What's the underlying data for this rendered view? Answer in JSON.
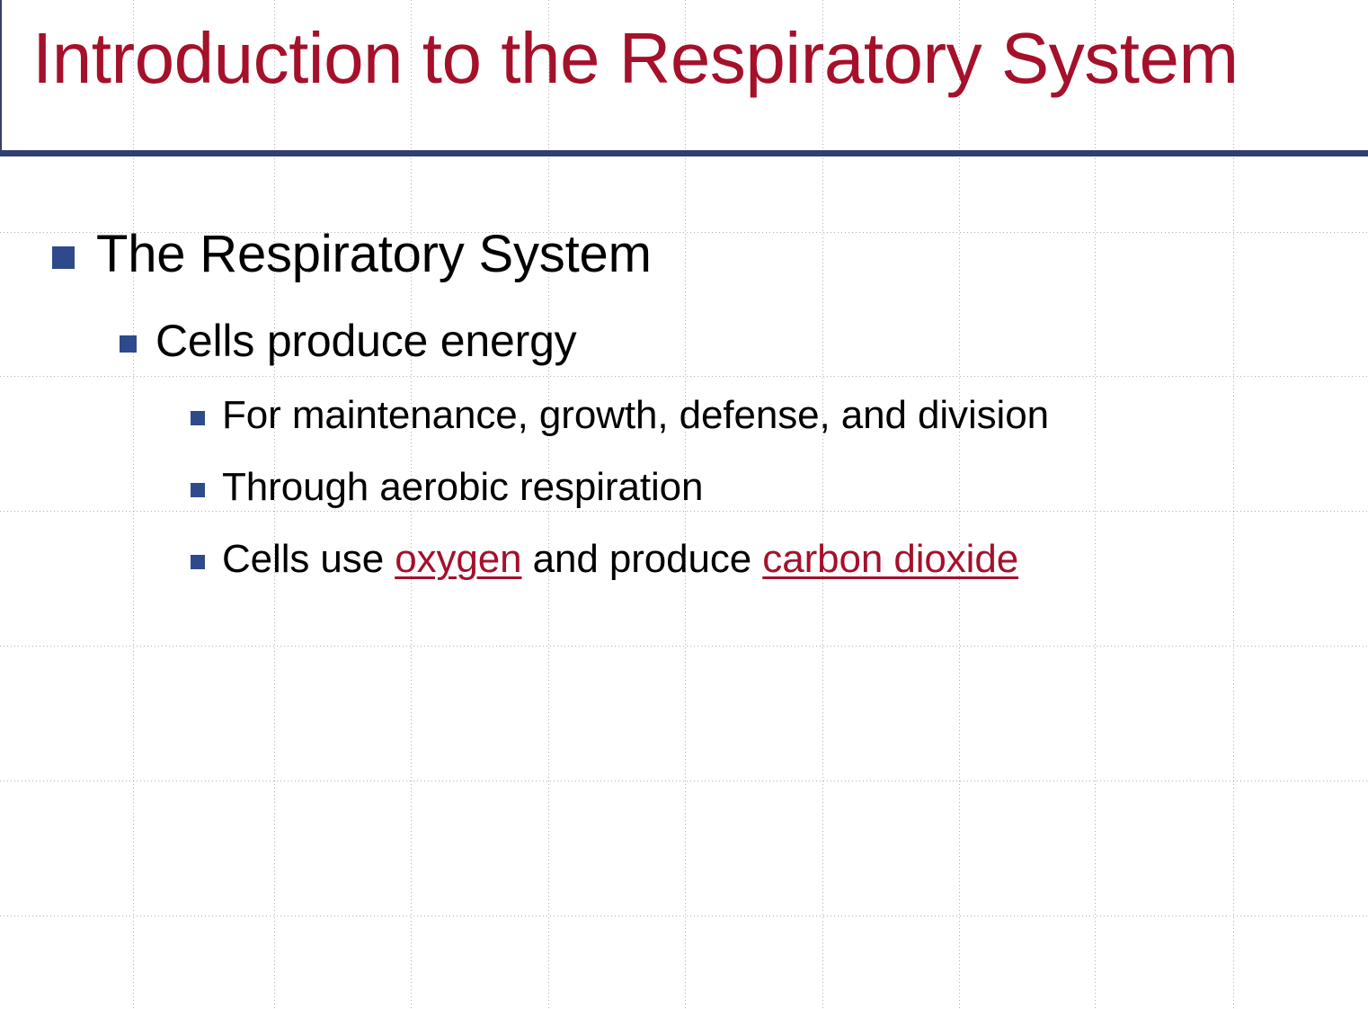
{
  "slide": {
    "title": "Introduction to the Respiratory System",
    "title_color": "#a5102b",
    "rule_color": "#2f3f6e",
    "bullet_color": "#2f4a8c",
    "highlight_color": "#a5102b",
    "background_color": "#ffffff",
    "body_text_color": "#000000"
  },
  "content": {
    "level1": {
      "text": "The Respiratory System"
    },
    "level2": {
      "text": "Cells produce energy"
    },
    "level3": [
      {
        "id": "maintenance-growth",
        "text": "For maintenance, growth, defense, and division"
      },
      {
        "id": "aerobic-respiration",
        "text": "Through aerobic respiration"
      },
      {
        "id": "oxygen-carbon-dioxide",
        "prefix": "Cells use ",
        "highlight1": "oxygen",
        "middle": " and produce ",
        "highlight2": "carbon dioxide"
      }
    ]
  },
  "grid": {
    "vertical_positions": [
      148,
      305,
      457,
      610,
      762,
      915,
      1067,
      1218,
      1372
    ],
    "horizontal_positions": [
      258,
      418,
      568,
      718,
      868,
      1018
    ]
  }
}
